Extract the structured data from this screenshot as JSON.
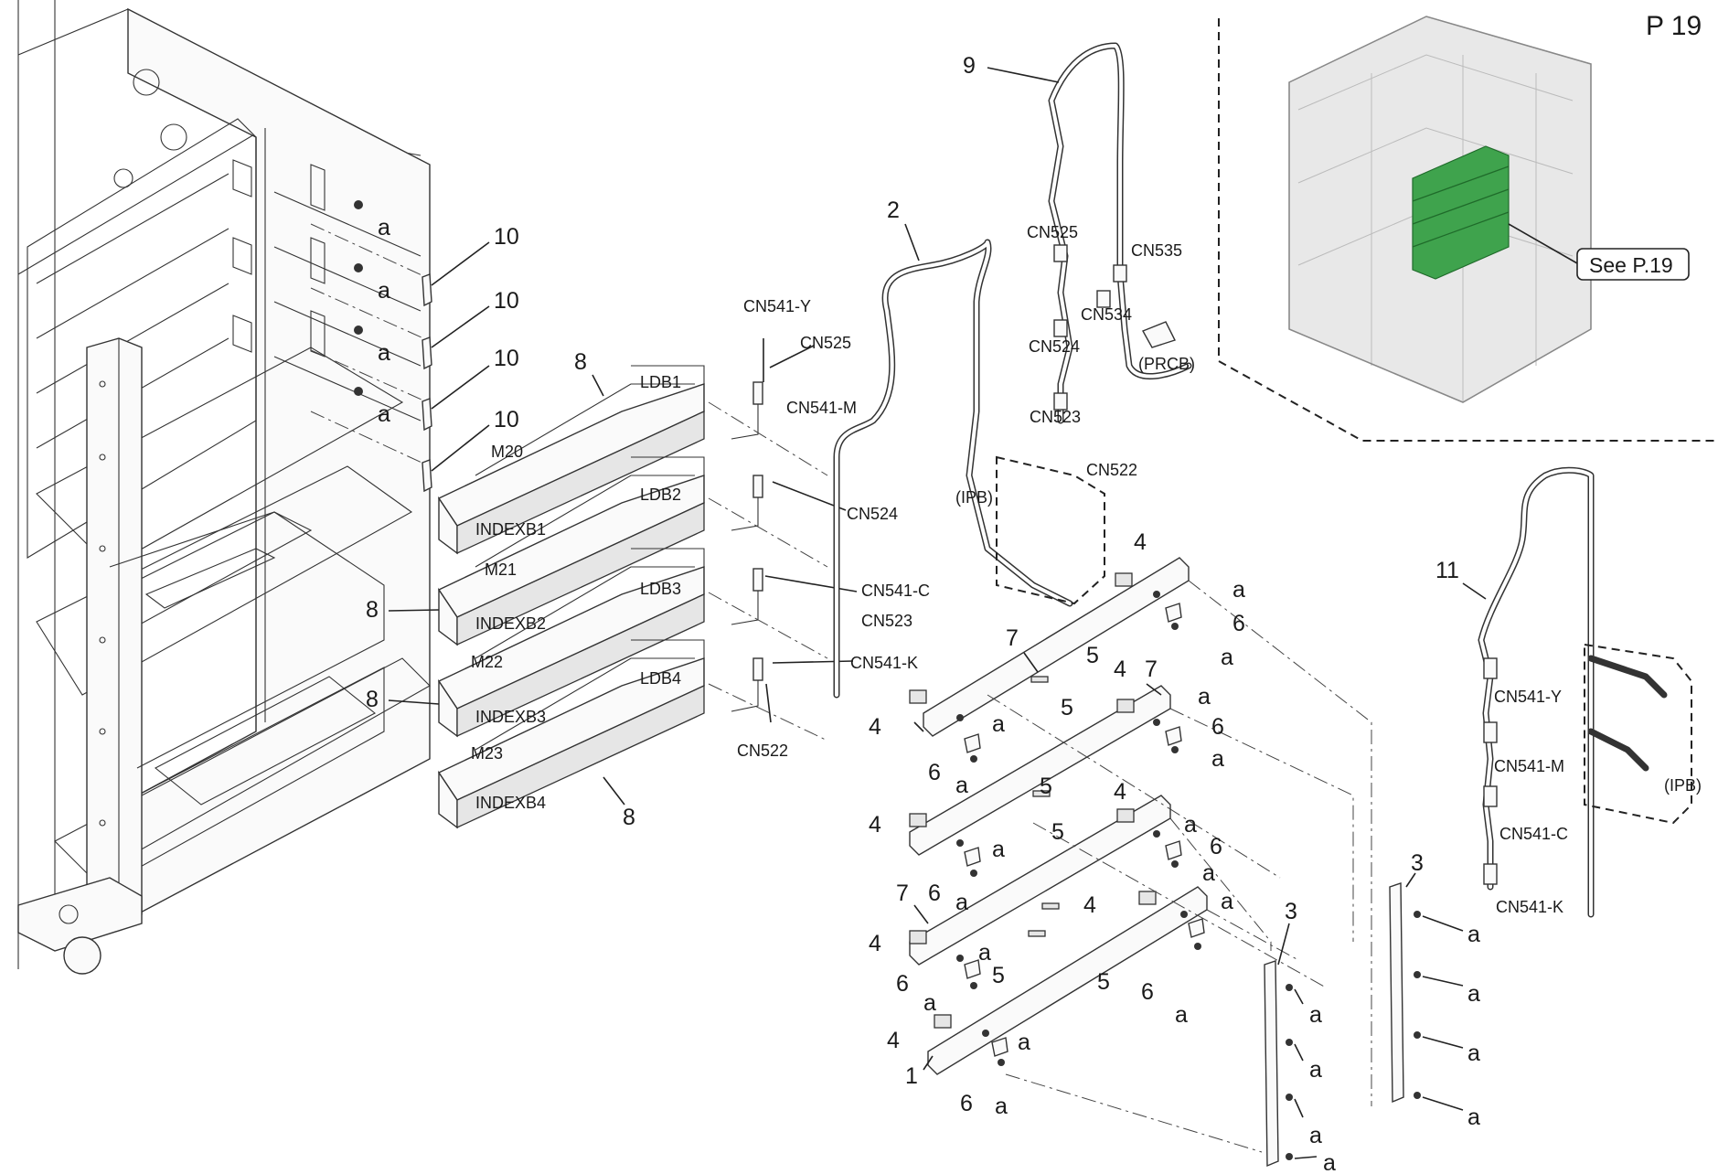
{
  "page_label": "P 19",
  "see_reference": "See P.19",
  "part_numbers": {
    "p1": "1",
    "p2": "2",
    "p3": "3",
    "p4": "4",
    "p5": "5",
    "p6": "6",
    "p7": "7",
    "p8": "8",
    "p9": "9",
    "p10": "10",
    "p11": "11"
  },
  "screw_label": "a",
  "boards": {
    "ldb": [
      "LDB1",
      "LDB2",
      "LDB3",
      "LDB4"
    ],
    "indexb": [
      "INDEXB1",
      "INDEXB2",
      "INDEXB3",
      "INDEXB4"
    ],
    "motors": [
      "M20",
      "M21",
      "M22",
      "M23"
    ]
  },
  "connectors": {
    "cn541y": "CN541-Y",
    "cn541m": "CN541-M",
    "cn541c": "CN541-C",
    "cn541k": "CN541-K",
    "cn525": "CN525",
    "cn524": "CN524",
    "cn523": "CN523",
    "cn522": "CN522",
    "cn535": "CN535",
    "cn534": "CN534",
    "ipb": "(IPB)",
    "prcb": "(PRCB)"
  },
  "colors": {
    "highlight": "#3fa34d",
    "line": "#222222"
  }
}
